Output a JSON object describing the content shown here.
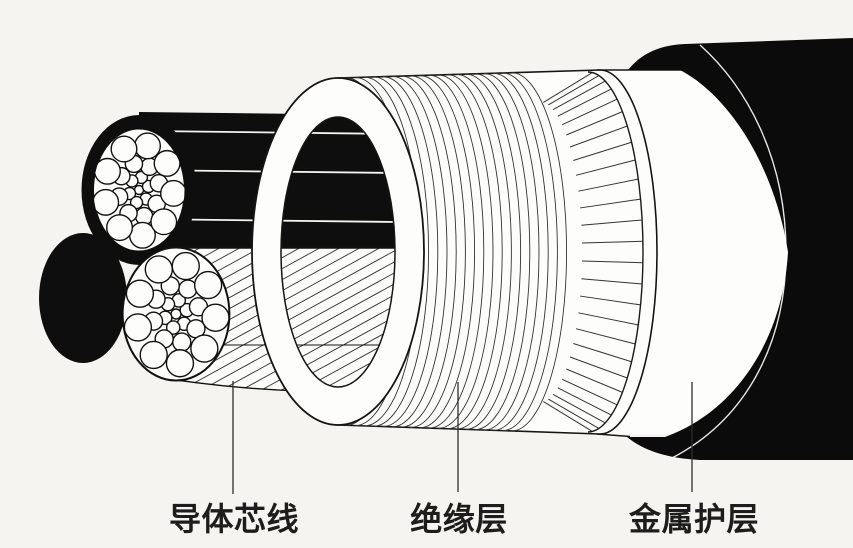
{
  "figure": {
    "type": "cable-cutaway-diagram",
    "description": "Cross-section illustration of a power cable showing stranded conductor cores, insulation layer and metal sheath"
  },
  "labels": {
    "conductor": "导体芯线",
    "insulation": "绝缘层",
    "metal_sheath": "金属护层"
  },
  "colors": {
    "background": "#f6f4f0",
    "ink": "#1a1a1a",
    "black_fill": "#0b0b0b",
    "white_fill": "#fdfdfb"
  }
}
